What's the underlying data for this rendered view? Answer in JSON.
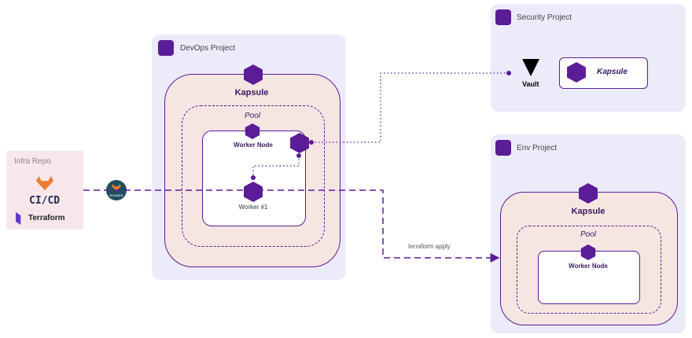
{
  "infra_repo": {
    "title": "Infra Repo",
    "cicd": "CI/CD",
    "terraform": "Terraform"
  },
  "runner_label": "RUNNER",
  "devops_project": {
    "title": "DevOps Project",
    "kapsule": "Kapsule",
    "pool": "Pool",
    "worker_node": "Worker Node",
    "worker": "Worker #1"
  },
  "security_project": {
    "title": "Security Project",
    "vault": "Vault",
    "kapsule": "Kapsule"
  },
  "env_project": {
    "title": "Env Project",
    "kapsule": "Kapsule",
    "pool": "Pool",
    "worker_node": "Worker Node"
  },
  "edge_label": "terraform apply",
  "colors": {
    "primary": "#5b1c98",
    "project_bg": "#ecebfa",
    "kapsule_bg": "#f6e6e2",
    "infra_bg": "#f8e7ea"
  }
}
